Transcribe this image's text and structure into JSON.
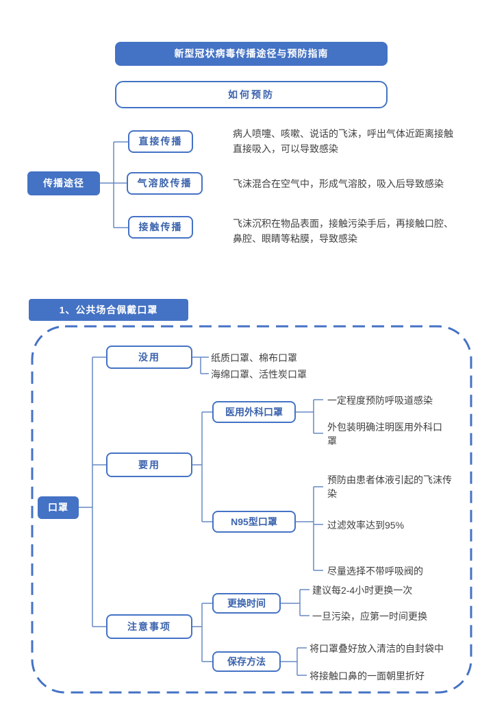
{
  "header": {
    "title": "新型冠状病毒传播途径与预防指南",
    "subtitle": "如何预防"
  },
  "transmission": {
    "root": "传播途径",
    "branches": [
      {
        "label": "直接传播",
        "desc": "病人喷嚏、咳嗽、说话的飞沫，呼出气体近距离接触直接吸入，可以导致感染"
      },
      {
        "label": "气溶胶传播",
        "desc": "飞沫混合在空气中，形成气溶胶，吸入后导致感染"
      },
      {
        "label": "接触传播",
        "desc": "飞沫沉积在物品表面，接触污染手后，再接触口腔、鼻腔、眼睛等粘膜，导致感染"
      }
    ]
  },
  "mask": {
    "section_title": "1、公共场合佩戴口罩",
    "root": "口罩",
    "useless": {
      "label": "没用",
      "items": [
        "纸质口罩、棉布口罩",
        "海绵口罩、活性炭口罩"
      ]
    },
    "use": {
      "label": "要用",
      "surgical": {
        "label": "医用外科口罩",
        "items": [
          "一定程度预防呼吸道感染",
          "外包装明确注明医用外科口罩"
        ]
      },
      "n95": {
        "label": "N95型口罩",
        "items": [
          "预防由患者体液引起的飞沫传染",
          "过滤效率达到95%",
          "尽量选择不带呼吸阀的"
        ]
      }
    },
    "notes": {
      "label": "注意事项",
      "replace": {
        "label": "更换时间",
        "items": [
          "建议每2-4小时更换一次",
          "一旦污染，应第一时间更换"
        ]
      },
      "storage": {
        "label": "保存方法",
        "items": [
          "将口罩叠好放入清洁的自封袋中",
          "将接触口鼻的一面朝里折好"
        ]
      }
    }
  },
  "colors": {
    "accent": "#4472C4",
    "line": "#6688C4",
    "text": "#3F3F3F"
  }
}
